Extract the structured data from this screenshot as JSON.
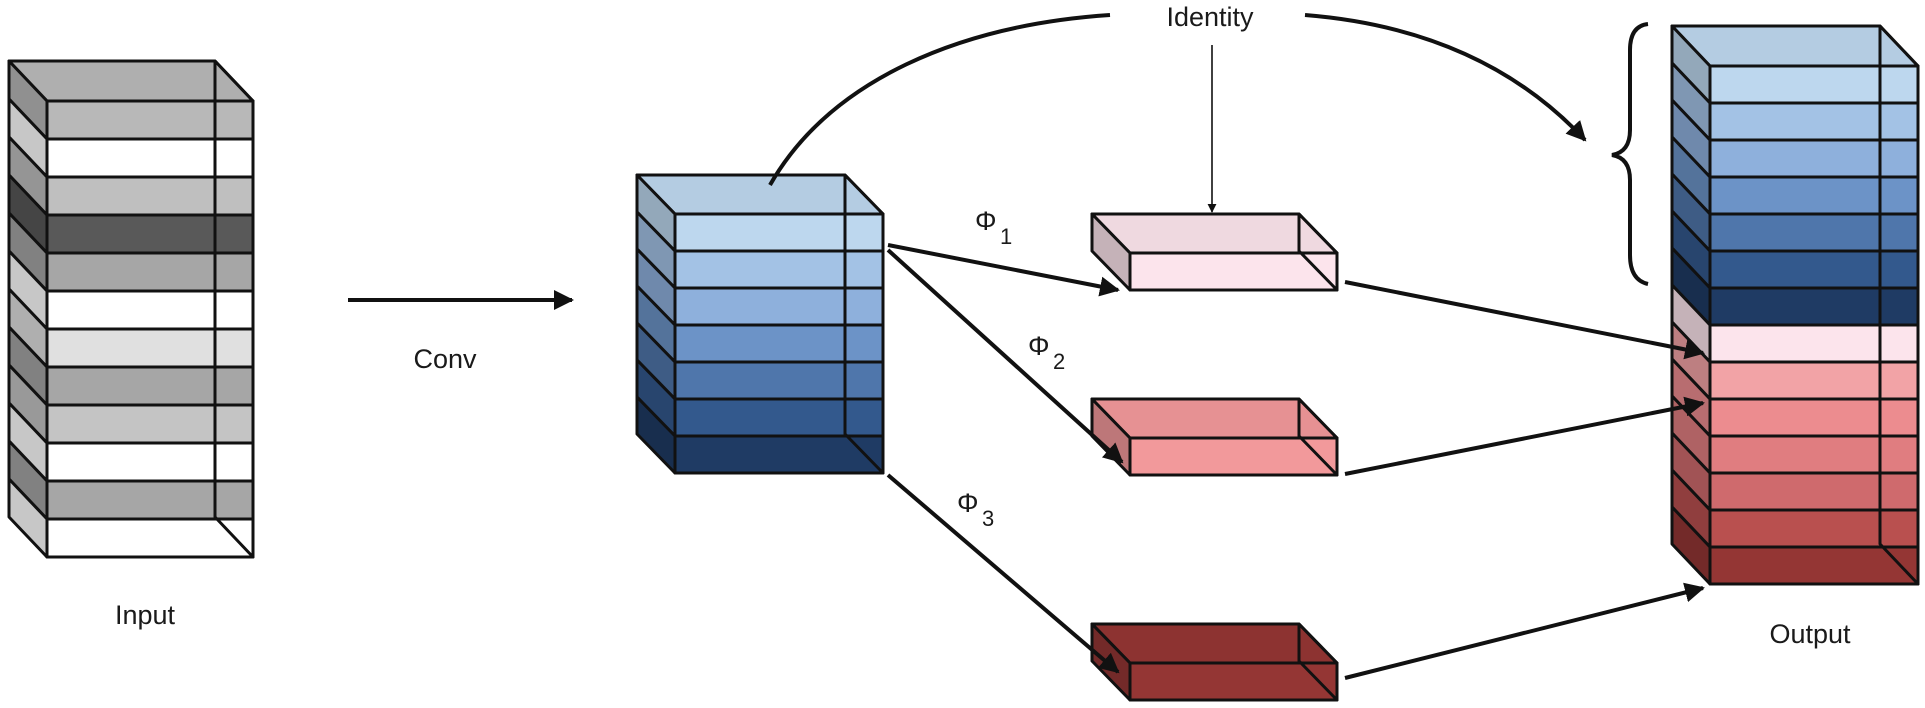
{
  "labels": {
    "input": "Input",
    "conv": "Conv",
    "identity": "Identity",
    "output": "Output",
    "phi_symbol": "Φ",
    "phi_sub_1": "1",
    "phi_sub_2": "2",
    "phi_sub_3": "3"
  },
  "colors": {
    "input_stack": [
      "#b8b8b8",
      "#ffffff",
      "#bfbfbf",
      "#595959",
      "#a6a6a6",
      "#ffffff",
      "#e0e0e0",
      "#a6a6a6",
      "#c4c4c4",
      "#ffffff",
      "#a6a6a6",
      "#ffffff"
    ],
    "conv_stack": [
      "#bdd7ee",
      "#a3c2e5",
      "#8eb0dc",
      "#6c93c7",
      "#4f76ab",
      "#33598d",
      "#1f3b64"
    ],
    "branch_1": "#fce4ec",
    "branch_2": "#f2999b",
    "branch_3": "#943634",
    "output_stack": [
      "#bdd7ee",
      "#a3c2e5",
      "#8eb0dc",
      "#6c93c7",
      "#4f76ab",
      "#33598d",
      "#1f3b64",
      "#fce4ec",
      "#f2a3a6",
      "#ec8c8f",
      "#e07d80",
      "#cf6a6d",
      "#b9504f",
      "#943634"
    ],
    "stroke": "#111111"
  }
}
